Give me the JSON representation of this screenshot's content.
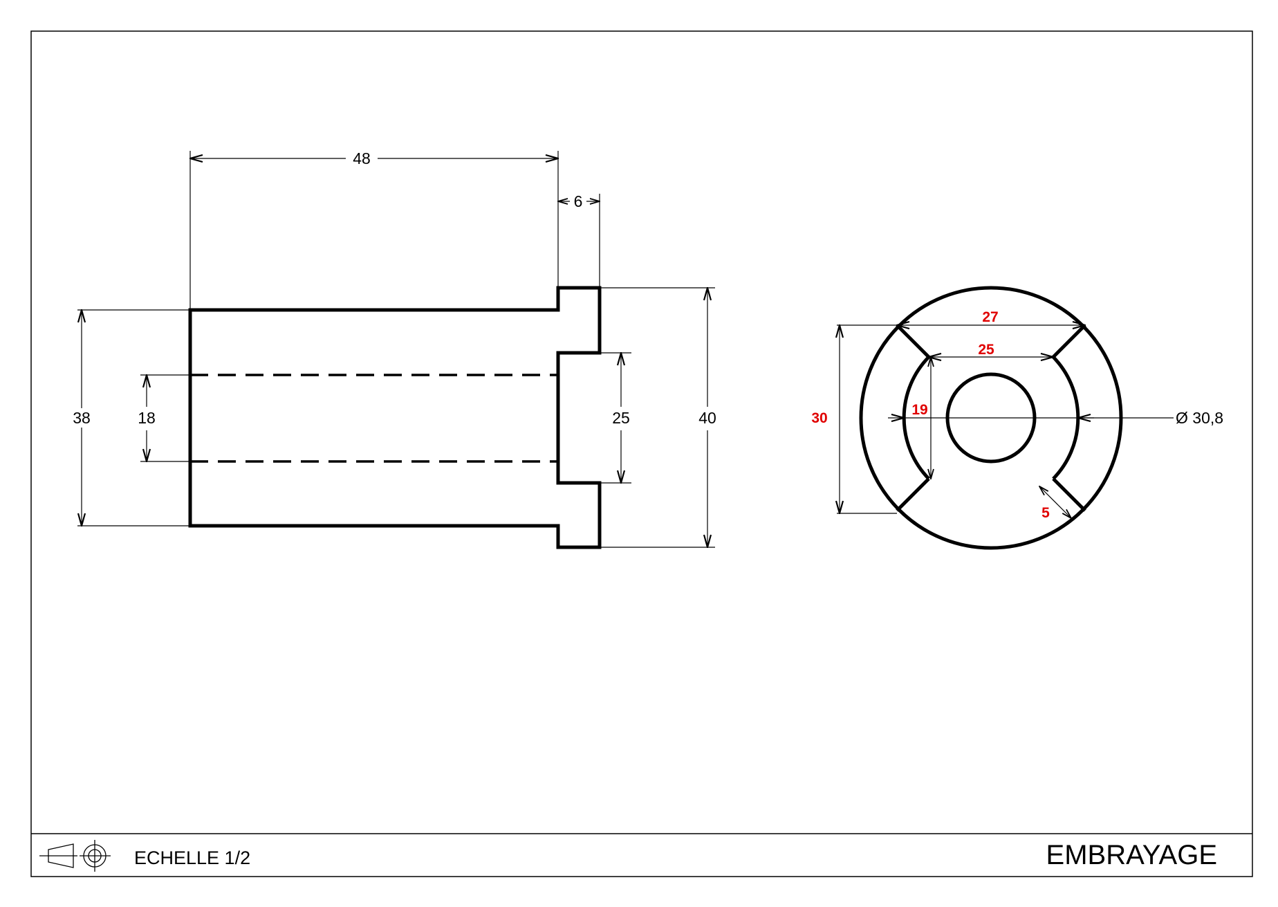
{
  "title_block": {
    "scale_label": "ECHELLE 1/2",
    "title": "EMBRAYAGE",
    "projection_symbol": "projection-symbol-icon"
  },
  "side_view": {
    "dim_length": "48",
    "dim_flange_width": "6",
    "dim_body_diameter": "38",
    "dim_bore": "18",
    "dim_flange_bore": "25",
    "dim_flange_diameter": "40"
  },
  "front_view": {
    "dim_groove_outer": "27",
    "dim_groove_inner": "25",
    "dim_height": "30",
    "dim_inner_height": "19",
    "dim_diameter": "Ø 30,8",
    "dim_slot": "5"
  },
  "colors": {
    "line": "#000000",
    "annotation_red": "#e00000"
  }
}
